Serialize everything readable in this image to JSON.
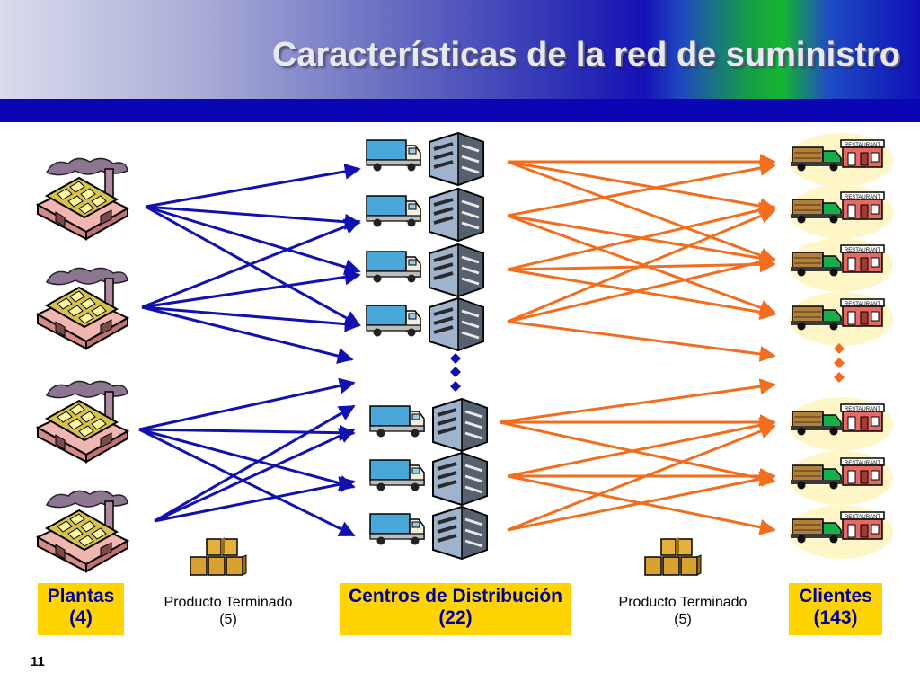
{
  "slide": {
    "title": "Características de la red de suministro",
    "page_number": "11"
  },
  "labels": {
    "plants": {
      "name": "Plantas",
      "count": "(4)"
    },
    "distribution_centers": {
      "name": "Centros de Distribución",
      "count": "(22)"
    },
    "customers": {
      "name": "Clientes",
      "count": "(143)"
    }
  },
  "products": [
    {
      "name": "Producto Terminado",
      "count": "(5)"
    },
    {
      "name": "Producto Terminado",
      "count": "(5)"
    }
  ],
  "colors": {
    "header_bar": "#0a06b4",
    "label_background": "#ffd400",
    "label_text": "#000099",
    "plant_to_dc_arrows": "#1111b0",
    "dc_to_customer_arrows": "#f26d1d",
    "dc_ellipsis": "#1111b0",
    "customer_ellipsis": "#f26d1d"
  },
  "icons": {
    "plant": "factory-icon",
    "distribution_center": "truck-warehouse-icon",
    "customer": "restaurant-delivery-icon",
    "product": "boxes-icon"
  }
}
